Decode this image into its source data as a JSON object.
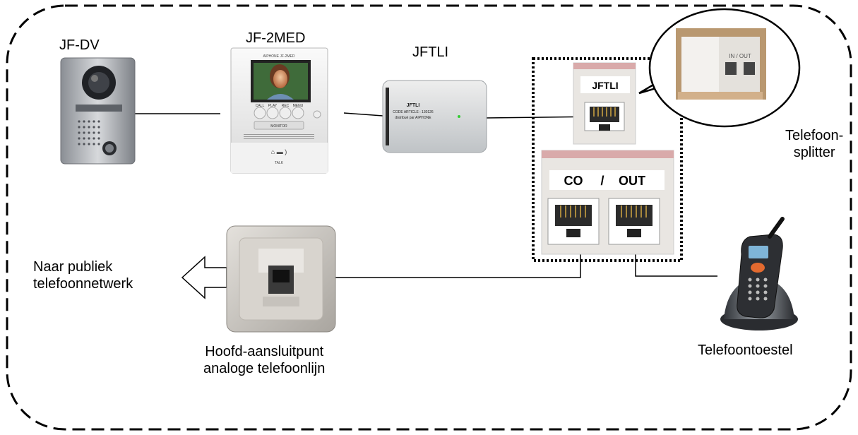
{
  "labels": {
    "door_station": "JF-DV",
    "monitor": "JF-2MED",
    "adapter": "JFTLI",
    "splitter_line1": "Telefoon-",
    "splitter_line2": "splitter",
    "network_line1": "Naar publiek",
    "network_line2": "telefoonnetwerk",
    "wallsocket_line1": "Hoofd-aansluitpunt",
    "wallsocket_line2": "analoge telefoonlijn",
    "phone": "Telefoontoestel"
  },
  "monitor_face": {
    "brand": "AIPHONE JF-2MED",
    "buttons": [
      "CALL",
      "PLAY",
      "REC",
      "MENU"
    ],
    "bar": "MONITOR",
    "talk": "TALK"
  },
  "adapter_face": {
    "line1": "JFTLI",
    "line2": "CODE ARTICLE : 130126",
    "line3": "distribué par AIPHONE"
  },
  "splitter_face": {
    "top": "JFTLI",
    "co": "CO",
    "slash": "/",
    "out": "OUT",
    "callout": "IN / OUT"
  },
  "colors": {
    "border": "#000000",
    "panel": "#e8e4e0",
    "jack_red": "#c8504a",
    "brass": "#c8a040"
  }
}
